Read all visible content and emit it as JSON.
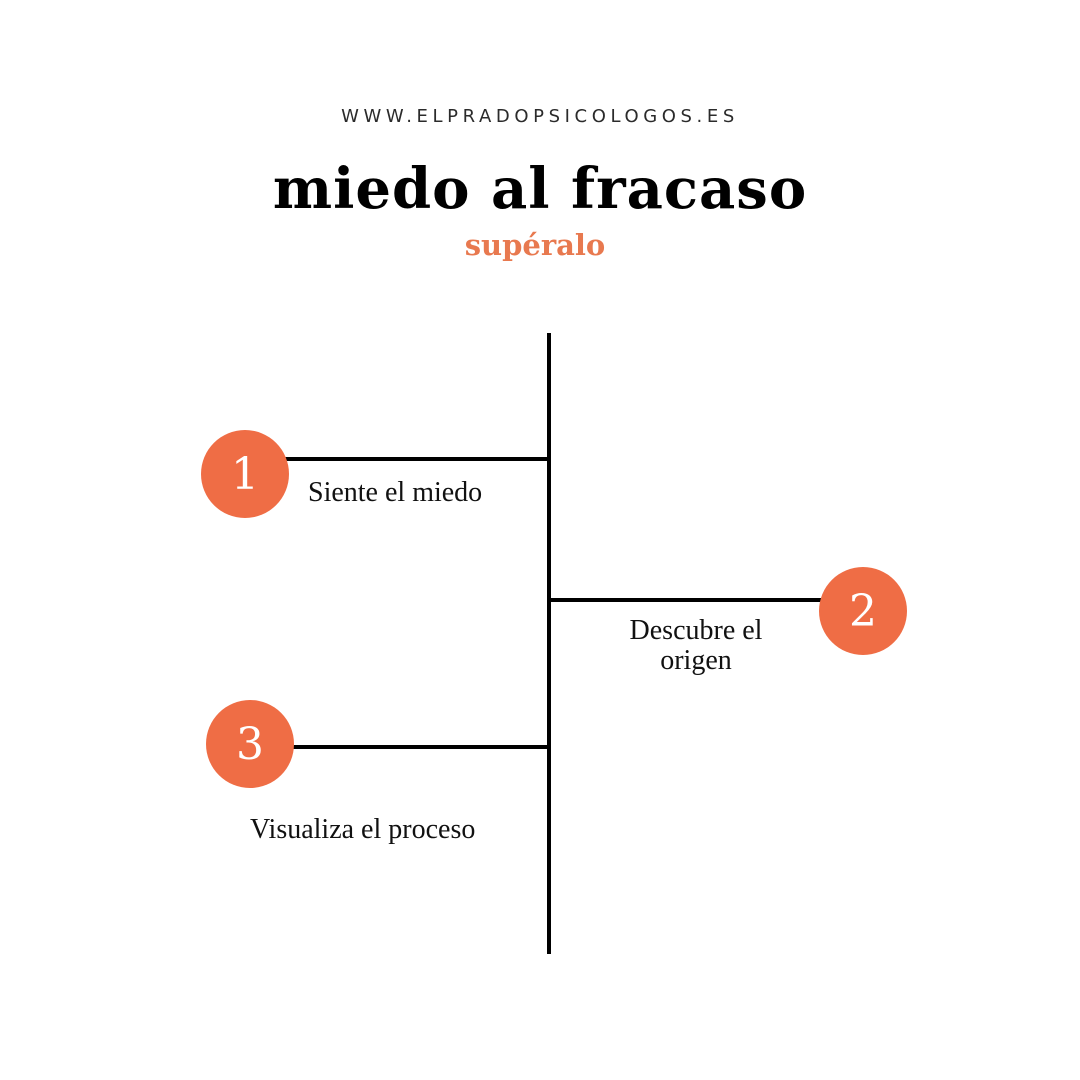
{
  "header": {
    "url": "WWW.ELPRADOPSICOLOGOS.ES",
    "title": "miedo al fracaso",
    "subtitle": "supéralo"
  },
  "colors": {
    "accent": "#ef6d45",
    "subtitle": "#e8794f",
    "line": "#000000"
  },
  "steps": [
    {
      "number": "1",
      "label": "Siente el miedo",
      "side": "left"
    },
    {
      "number": "2",
      "label_line1": "Descubre el",
      "label_line2": "origen",
      "side": "right"
    },
    {
      "number": "3",
      "label": "Visualiza el proceso",
      "side": "left"
    }
  ]
}
